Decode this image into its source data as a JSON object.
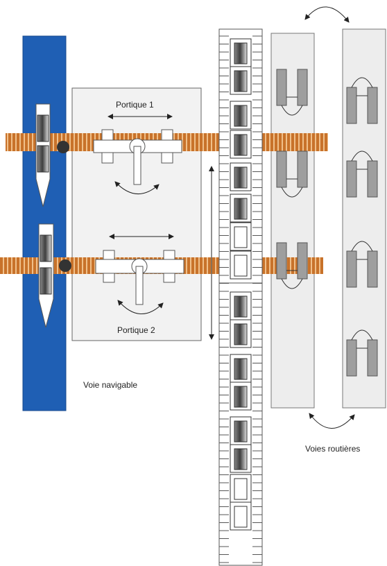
{
  "labels": {
    "gantry_1": "Portique 1",
    "gantry_2": "Portique 2",
    "waterway": "Voie navigable",
    "road_lanes": "Voies routières"
  },
  "colors": {
    "waterway": "#1f5fb4",
    "rail": "#c8722a",
    "panel_fill": "#ededed",
    "panel_stroke": "#777777",
    "truck_fill": "#9e9e9e",
    "bollard": "#333333"
  }
}
